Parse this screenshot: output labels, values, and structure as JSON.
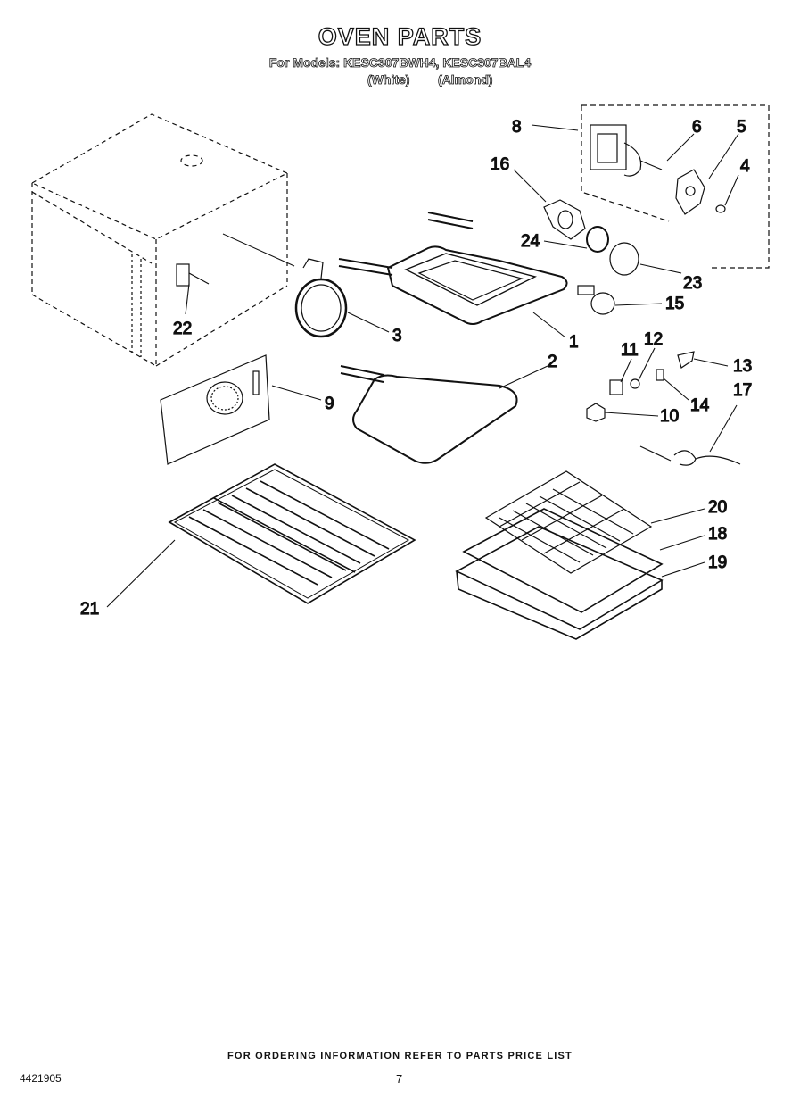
{
  "header": {
    "title": "OVEN PARTS",
    "models": "For Models: KESC307BWH4, KESC307BAL4",
    "variant_white": "(White)",
    "variant_almond": "(Almond)"
  },
  "callouts": {
    "c1": "1",
    "c2": "2",
    "c3": "3",
    "c4": "4",
    "c5": "5",
    "c6": "6",
    "c8": "8",
    "c9": "9",
    "c10": "10",
    "c11": "11",
    "c12": "12",
    "c13": "13",
    "c14": "14",
    "c15": "15",
    "c16": "16",
    "c17": "17",
    "c18": "18",
    "c19": "19",
    "c20": "20",
    "c21": "21",
    "c22": "22",
    "c23": "23",
    "c24": "24"
  },
  "footer": {
    "ordering_info": "FOR ORDERING INFORMATION REFER TO PARTS PRICE LIST",
    "doc_number": "4421905",
    "page_number": "7"
  },
  "colors": {
    "line": "#111111",
    "background": "#ffffff"
  }
}
